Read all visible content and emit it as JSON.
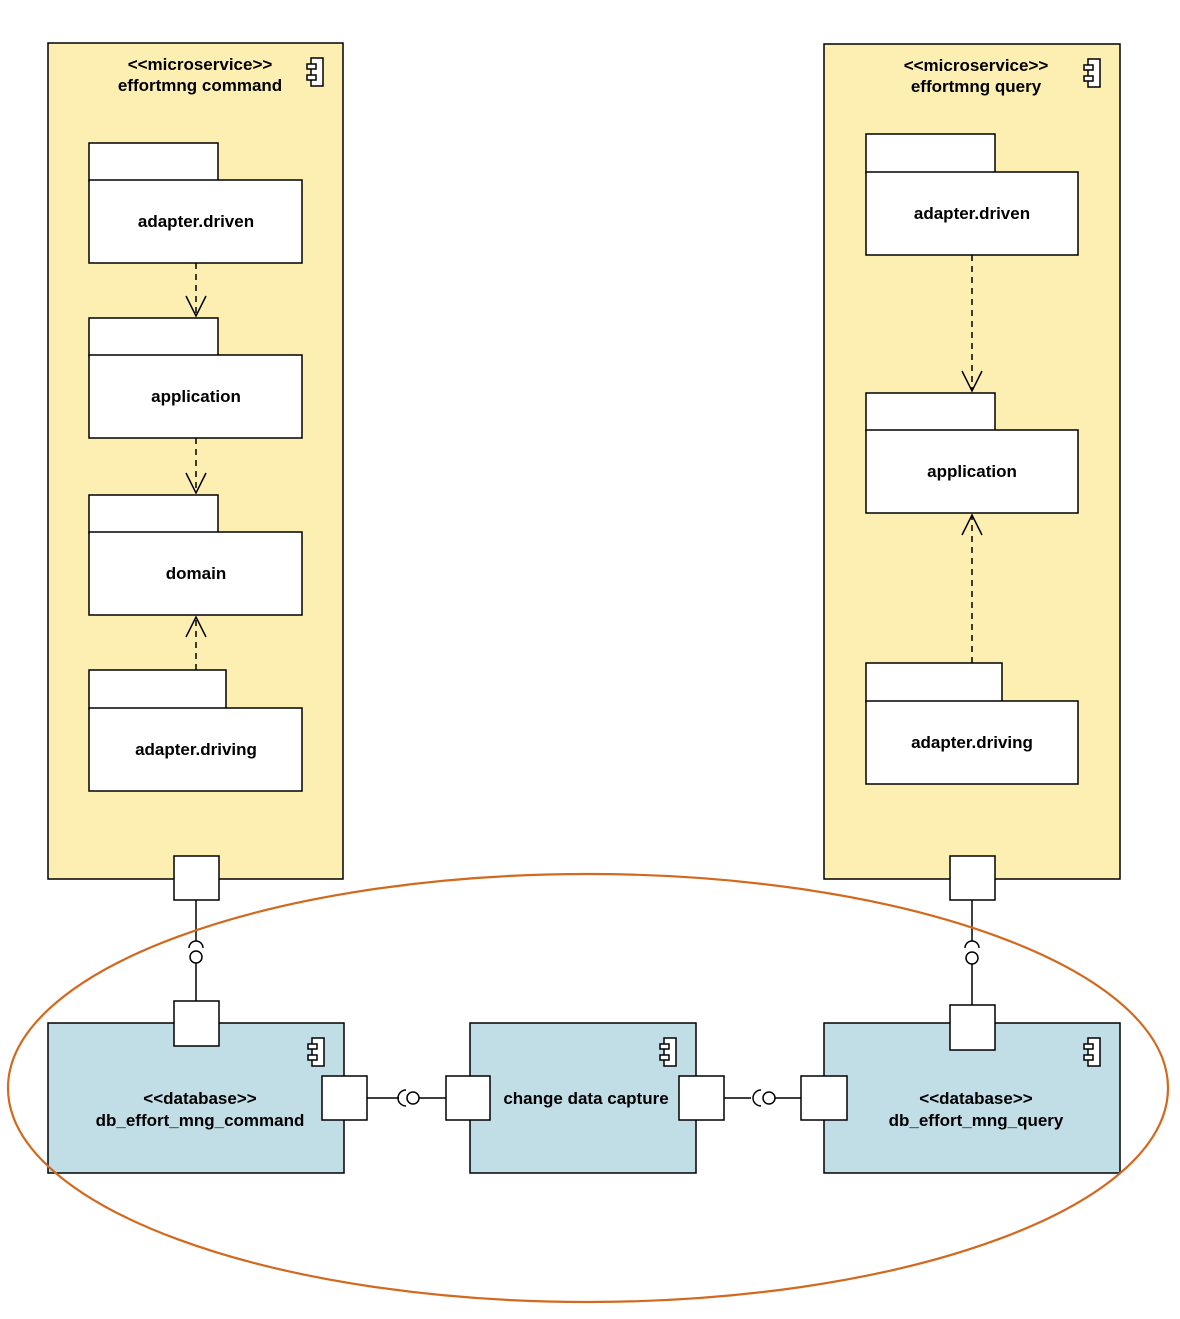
{
  "colors": {
    "microservice_fill": "#fdefb2",
    "database_fill": "#c1dde6",
    "ellipse_stroke": "#d2691e",
    "stroke": "#000000",
    "package_fill": "#ffffff"
  },
  "command_service": {
    "stereotype": "<<microservice>>",
    "name": "effortmng command",
    "packages": {
      "adapter_driven": "adapter.driven",
      "application": "application",
      "domain": "domain",
      "adapter_driving": "adapter.driving"
    }
  },
  "query_service": {
    "stereotype": "<<microservice>>",
    "name": "effortmng query",
    "packages": {
      "adapter_driven": "adapter.driven",
      "application": "application",
      "adapter_driving": "adapter.driving"
    }
  },
  "db_command": {
    "stereotype": "<<database>>",
    "name": "db_effort_mng_command"
  },
  "cdc": {
    "name": "change data capture"
  },
  "db_query": {
    "stereotype": "<<database>>",
    "name": "db_effort_mng_query"
  },
  "icons": [
    "component-icon"
  ]
}
